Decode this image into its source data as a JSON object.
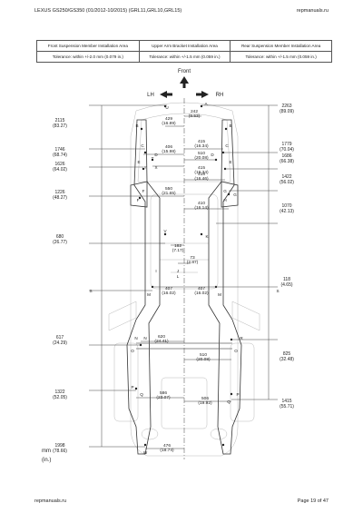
{
  "header": {
    "title": "LEXUS GS250/GS350 (01/2012-10/2015) (GRL11,GRL10,GRL15)",
    "site": "repmanuals.ru"
  },
  "tolerances": {
    "headers": [
      "Front Suspension Member Installation Area",
      "Upper Arm Bracket Installation Area",
      "Rear Suspension Member Installation Area"
    ],
    "values": [
      "Tolerance: within +/-2.0 mm (0.079 in.)",
      "Tolerance: within +/-1.5 mm (0.059 in.)",
      "Tolerance: within +/-1.5 mm (0.059 in.)"
    ]
  },
  "diagram": {
    "front_label": "Front",
    "lh_label": "LH",
    "rh_label": "RH",
    "unit_mm": "mm",
    "unit_in": "(in.)",
    "left_dims": [
      {
        "mm": "2115",
        "in": "(83.27)"
      },
      {
        "mm": "1746",
        "in": "(68.74)"
      },
      {
        "mm": "1626",
        "in": "(64.02)"
      },
      {
        "mm": "1226",
        "in": "(48.27)"
      },
      {
        "mm": "680",
        "in": "(26.77)"
      },
      {
        "mm": "617",
        "in": "(24.29)"
      },
      {
        "mm": "1322",
        "in": "(52.05)"
      },
      {
        "mm": "1998",
        "in": "(78.66)"
      }
    ],
    "right_dims": [
      {
        "mm": "2263",
        "in": "(89.09)"
      },
      {
        "mm": "1779",
        "in": "(70.04)"
      },
      {
        "mm": "1686",
        "in": "(66.38)"
      },
      {
        "mm": "1422",
        "in": "(56.02)"
      },
      {
        "mm": "1070",
        "in": "(42.13)"
      },
      {
        "mm": "118",
        "in": "(4.65)"
      },
      {
        "mm": "825",
        "in": "(32.48)"
      },
      {
        "mm": "1415",
        "in": "(55.71)"
      }
    ],
    "center_dims": [
      {
        "mm": "429",
        "in": "(16.89)"
      },
      {
        "mm": "242",
        "in": "(9.53)"
      },
      {
        "mm": "406",
        "in": "(15.98)"
      },
      {
        "mm": "415",
        "in": "(16.34)"
      },
      {
        "mm": "510",
        "in": "(20.08)"
      },
      {
        "mm": "418",
        "in": "(16.46)"
      },
      {
        "mm": "550",
        "in": "(21.65)"
      },
      {
        "mm": "410",
        "in": "(16.14)"
      },
      {
        "mm": "182",
        "in": "(7.17)"
      },
      {
        "mm": "73",
        "in": "(2.87)"
      },
      {
        "mm": "407",
        "in": "(16.02)"
      },
      {
        "mm": "407",
        "in": "(16.02)"
      },
      {
        "mm": "620",
        "in": "(24.41)"
      },
      {
        "mm": "510",
        "in": "(20.08)"
      },
      {
        "mm": "586",
        "in": "(23.07)"
      },
      {
        "mm": "506",
        "in": "(19.92)"
      },
      {
        "mm": "476",
        "in": "(18.74)"
      },
      {
        "mm": "415",
        "in": "(16.34)"
      }
    ],
    "point_letters": [
      "A",
      "B",
      "B",
      "C",
      "C",
      "D",
      "D",
      "E",
      "E",
      "F",
      "F",
      "G",
      "G",
      "H",
      "I",
      "J",
      "K",
      "L",
      "M",
      "M",
      "N",
      "N",
      "O",
      "O",
      "P",
      "P",
      "Q",
      "Q",
      "R",
      "S",
      "S",
      "T",
      "U",
      "V",
      "W",
      "X",
      "Y"
    ]
  },
  "footer": {
    "site": "repmanuals.ru",
    "page": "Page 19 of 47"
  }
}
